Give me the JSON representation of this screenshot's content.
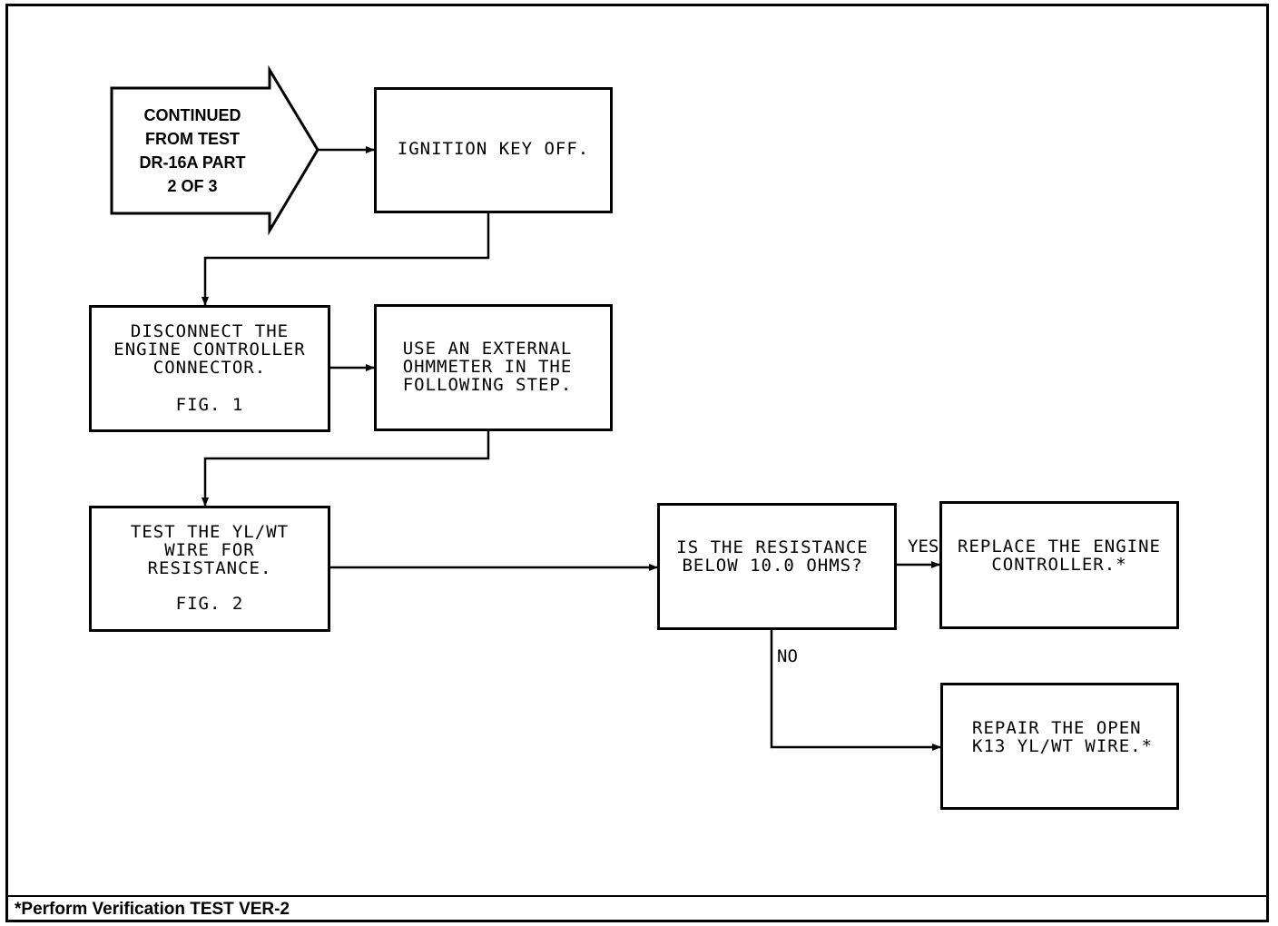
{
  "diagram": {
    "continuation": {
      "text": "CONTINUED\nFROM TEST\nDR-16A PART\n2 OF 3"
    },
    "nodes": {
      "ignition_key_off": "IGNITION KEY OFF.",
      "disconnect_controller": "DISCONNECT THE\nENGINE CONTROLLER\nCONNECTOR.",
      "disconnect_fig": "FIG. 1",
      "use_ohmmeter": "USE AN EXTERNAL\nOHMMETER IN THE\nFOLLOWING STEP.",
      "test_wire": "TEST THE YL/WT\nWIRE FOR\nRESISTANCE.",
      "test_fig": "FIG. 2",
      "resistance_question": "IS THE RESISTANCE\nBELOW 10.0 OHMS?",
      "replace_controller": "REPLACE THE ENGINE\nCONTROLLER.*",
      "repair_wire": "REPAIR THE OPEN\nK13 YL/WT WIRE.*"
    },
    "edge_labels": {
      "yes": "YES",
      "no": "NO"
    }
  },
  "footer": {
    "note": "*Perform Verification TEST VER-2"
  }
}
